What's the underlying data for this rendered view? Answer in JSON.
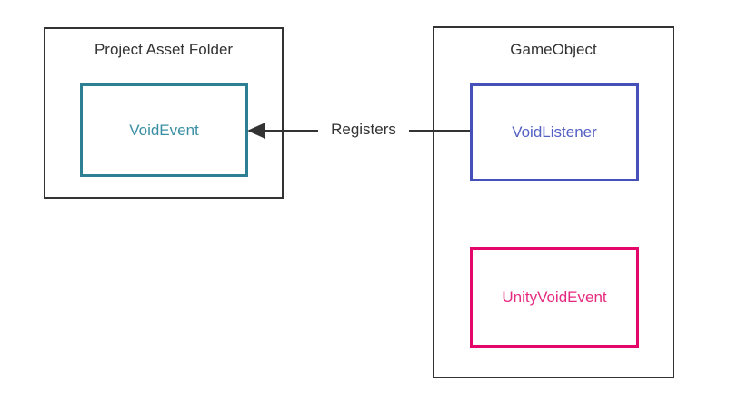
{
  "diagram": {
    "type": "flowchart",
    "background_color": "#ffffff",
    "clusters": [
      {
        "id": "project-asset-folder",
        "title": "Project Asset Folder",
        "border_color": "#333333",
        "nodes": [
          {
            "id": "voidevent",
            "label": "VoidEvent",
            "border_color": "#2d7f93",
            "text_color": "#3b8fa3"
          }
        ]
      },
      {
        "id": "gameobject",
        "title": "GameObject",
        "border_color": "#333333",
        "nodes": [
          {
            "id": "voidlistener",
            "label": "VoidListener",
            "border_color": "#4550b8",
            "text_color": "#5560c4"
          },
          {
            "id": "unityvoidevent",
            "label": "UnityVoidEvent",
            "border_color": "#e3076b",
            "text_color": "#e52b7f"
          }
        ]
      }
    ],
    "edges": [
      {
        "id": "registers",
        "label": "Registers",
        "from": "voidlistener",
        "to": "voidevent",
        "arrow": "arrowhead-left",
        "color": "#333333"
      }
    ]
  }
}
